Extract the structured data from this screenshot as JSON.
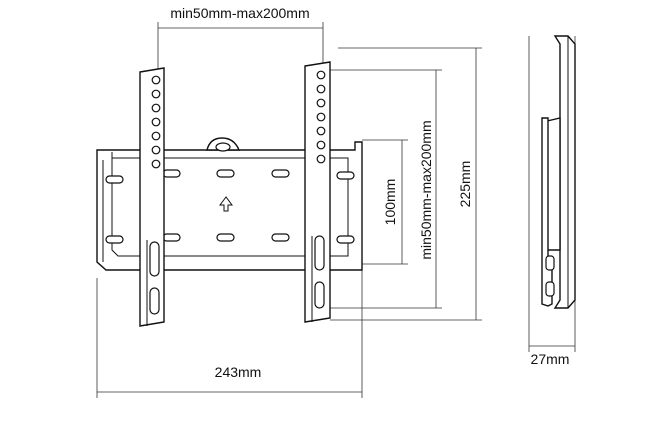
{
  "dimensions": {
    "top_width_range": "min50mm-max200mm",
    "vertical_range": "min50mm-max200mm",
    "plate_height": "100mm",
    "overall_height": "225mm",
    "overall_width": "243mm",
    "depth": "27mm"
  }
}
